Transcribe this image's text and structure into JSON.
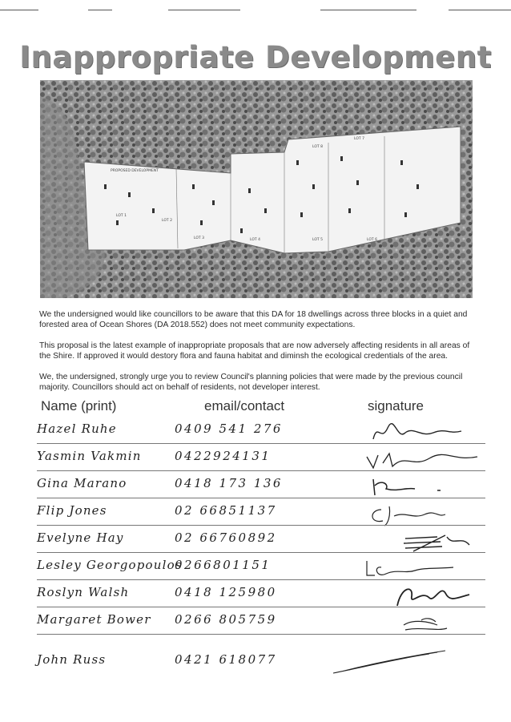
{
  "title": "Inappropriate Development",
  "site_plan": {
    "labels": [
      "PROPOSED DEVELOPMENT",
      "LOT 1",
      "LOT 2",
      "LOT 3",
      "LOT 4",
      "LOT 5",
      "LOT 6",
      "LOT 7",
      "LOT 8"
    ]
  },
  "paragraphs": [
    "We the undersigned would like councillors to be aware that this DA for 18 dwellings across three blocks in a quiet and forested area of Ocean Shores (DA 2018.552) does not meet community expectations.",
    "This proposal is the latest example of inappropriate proposals that are now adversely affecting residents in all areas of the Shire. If approved it would destory flora and fauna habitat and diminsh the ecological credentials of the area.",
    "We, the undersigned, strongly urge you to review Council's planning policies that were made by the previous council majority. Councillors should act on behalf of residents, not developer interest."
  ],
  "columns": {
    "name": "Name (print)",
    "contact": "email/contact",
    "signature": "signature"
  },
  "signatories": [
    {
      "name": "Hazel Ruhe",
      "contact": "0409 541 276"
    },
    {
      "name": "Yasmin Vakmin",
      "contact": "0422924131"
    },
    {
      "name": "Gina Marano",
      "contact": "0418 173 136"
    },
    {
      "name": "Flip Jones",
      "contact": "02 66851137"
    },
    {
      "name": "Evelyne Hay",
      "contact": "02 66760892"
    },
    {
      "name": "Lesley Georgopoulos",
      "contact": "0266801151"
    },
    {
      "name": "Roslyn Walsh",
      "contact": "0418 125980"
    },
    {
      "name": "Margaret Bower",
      "contact": "0266 805759"
    },
    {
      "name": "John Russ",
      "contact": "0421 618077"
    }
  ]
}
